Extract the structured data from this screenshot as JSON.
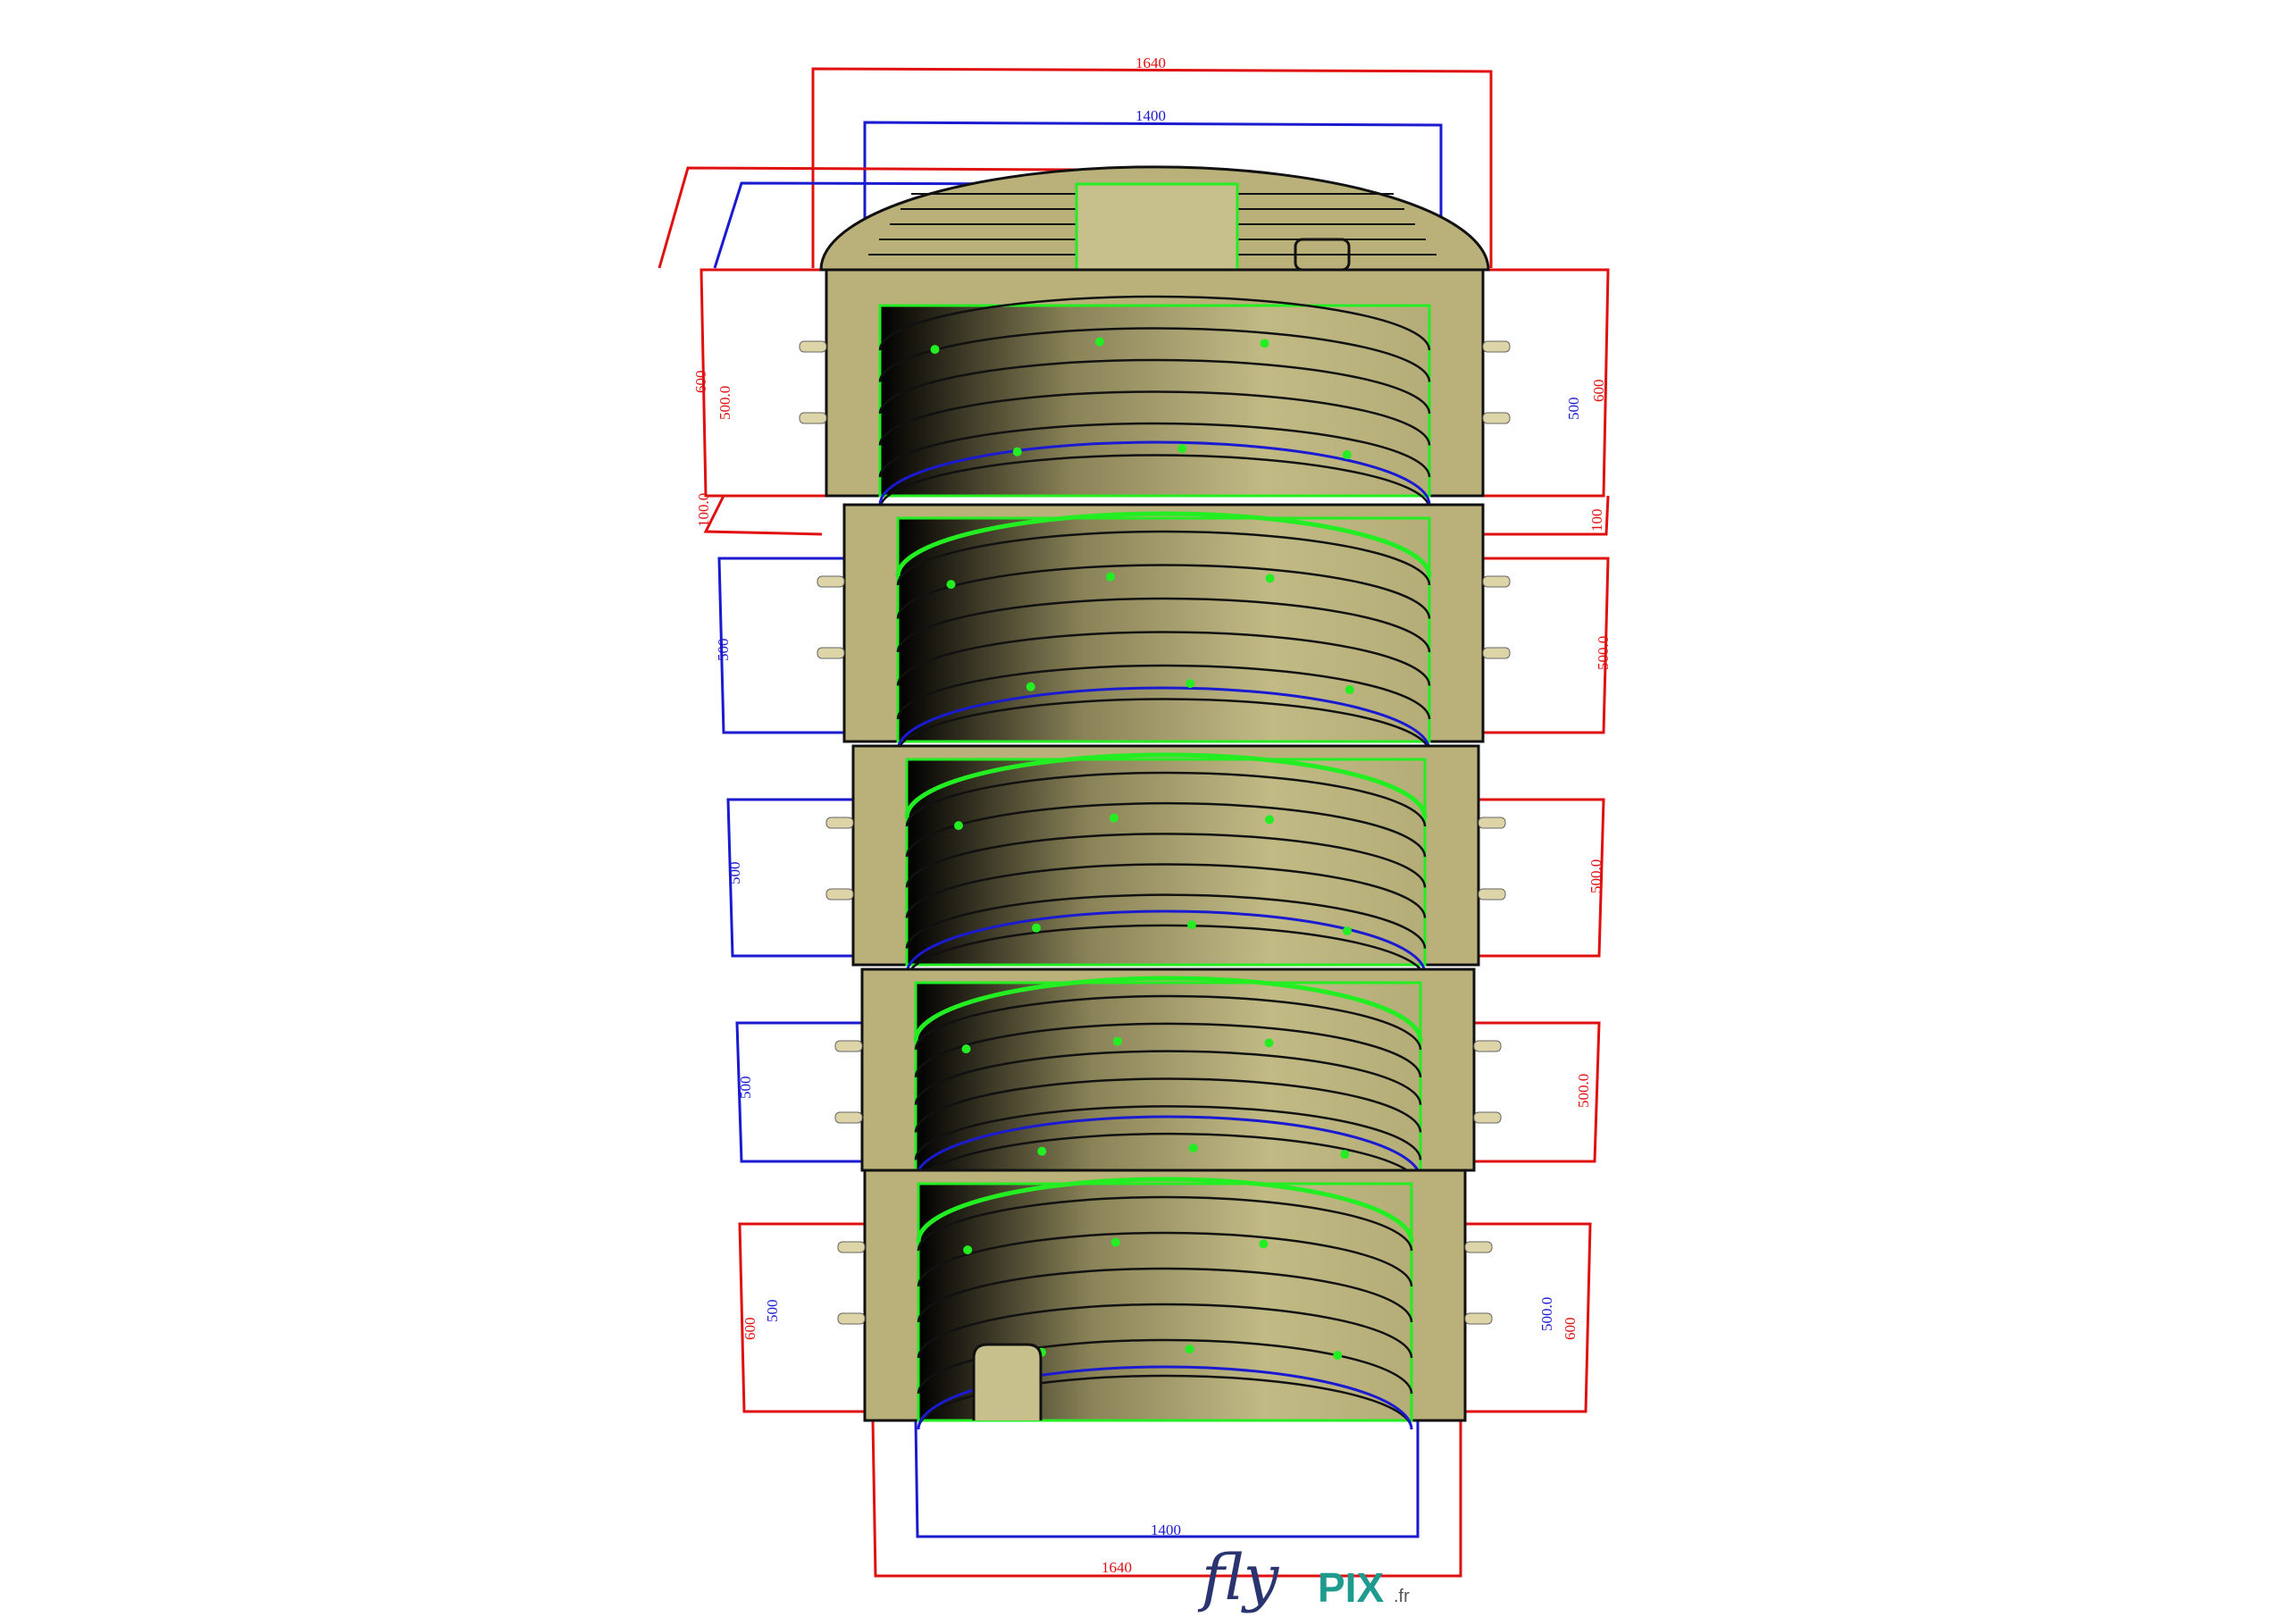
{
  "drawing": {
    "colors": {
      "body": "#b9b07a",
      "outline": "#111111",
      "outer_dimension": "#e01010",
      "inner_dimension": "#1a1ad0",
      "edge_highlight": "#22ee22"
    },
    "dimensions": {
      "top_outer": "1640",
      "top_inner": "1400",
      "seg0_left_outer": "600",
      "seg0_left_inner": "500.0",
      "seg0_left_base": "100.0",
      "seg0_right_inner": "500",
      "seg0_right_outer": "600",
      "seg0_right_base": "100",
      "seg1_left": "500",
      "seg1_right": "500.0",
      "seg2_left": "500",
      "seg2_right": "500.0",
      "seg3_left": "500",
      "seg3_right": "500.0",
      "seg4_left_outer": "600",
      "seg4_left_inner": "500",
      "seg4_right_inner": "500.0",
      "seg4_right_outer": "600",
      "bottom_inner": "1400",
      "bottom_outer": "1640"
    }
  },
  "logo": {
    "part1": "fly",
    "part2": "PIX",
    "part3": ".fr"
  }
}
